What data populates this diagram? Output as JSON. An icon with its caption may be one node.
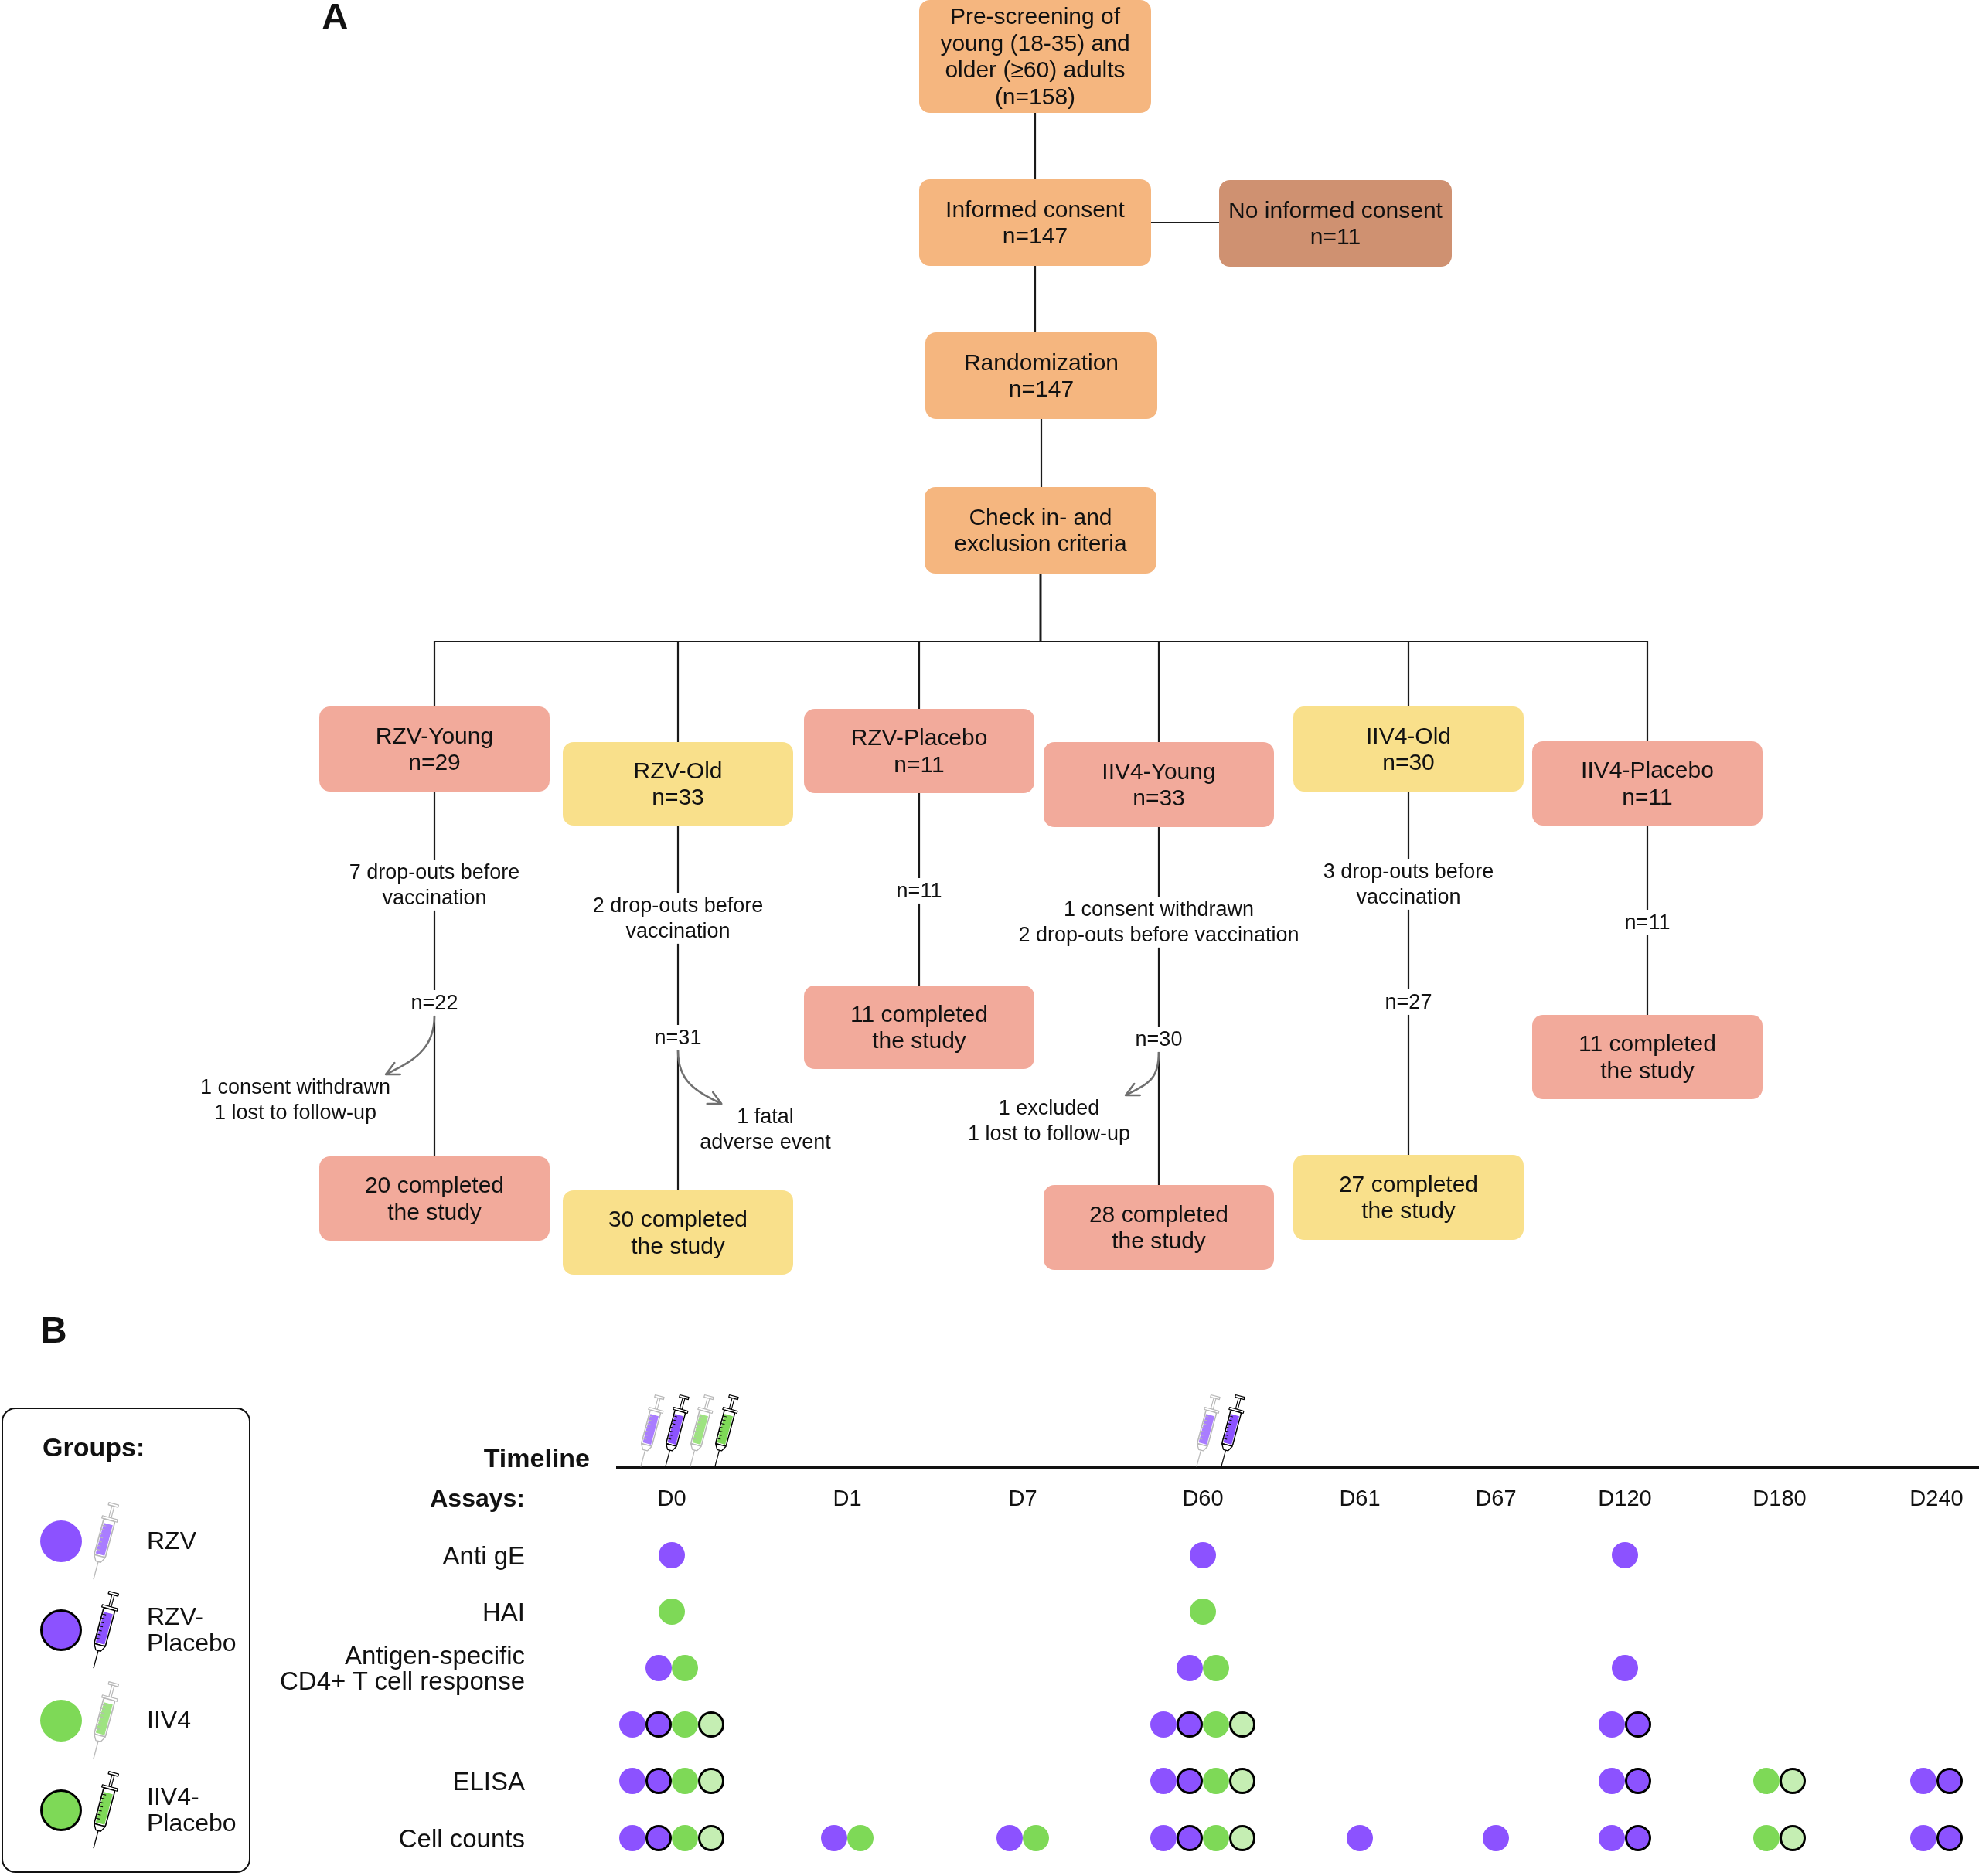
{
  "diagram": {
    "nodes": [
      {
        "text": [
          "Pre-screening of young (18-35) and older (≥60) adults",
          "(n=158)"
        ]
      },
      {
        "text": [
          "Informed consent",
          "n=147"
        ]
      },
      {
        "text": [
          "No informed consent",
          "n=11"
        ]
      },
      {
        "text": [
          "Randomization",
          "n=147"
        ]
      },
      {
        "text": [
          "Check in- and exclusion criteria"
        ]
      },
      {
        "text": [
          "RZV-Young",
          "n=29"
        ]
      },
      {
        "text": [
          "RZV-Old",
          "n=33"
        ]
      },
      {
        "text": [
          "RZV-Placebo",
          "n=11"
        ]
      },
      {
        "text": [
          "IIV4-Young",
          "n=33"
        ]
      },
      {
        "text": [
          "IIV4-Old",
          "n=30"
        ]
      },
      {
        "text": [
          "IIV4-Placebo",
          "n=11"
        ]
      },
      {
        "text": [
          "7 drop-outs before vaccination"
        ]
      },
      {
        "text": [
          "n=22"
        ]
      },
      {
        "text": [
          "1 consent withdrawn",
          "1 lost to follow-up"
        ]
      },
      {
        "text": [
          "20 completed the study"
        ]
      },
      {
        "text": [
          "2 drop-outs before vaccination"
        ]
      },
      {
        "text": [
          "n=31"
        ]
      },
      {
        "text": [
          "1 fatal adverse event"
        ]
      },
      {
        "text": [
          "30 completed the study"
        ]
      },
      {
        "text": [
          "n=11"
        ]
      },
      {
        "text": [
          "11 completed the study"
        ]
      },
      {
        "text": [
          "1 consent withdrawn",
          "2 drop-outs before vaccination"
        ]
      },
      {
        "text": [
          "n=30"
        ]
      },
      {
        "text": [
          "1 excluded",
          "1 lost to follow-up"
        ]
      },
      {
        "text": [
          "28 completed the study"
        ]
      },
      {
        "text": [
          "3 drop-outs before vaccination"
        ]
      },
      {
        "text": [
          "n=27"
        ]
      },
      {
        "text": [
          "27 completed the study"
        ]
      },
      {
        "text": [
          "n=11"
        ]
      },
      {
        "text": [
          "11 completed the study"
        ]
      }
    ],
    "edges": [
      {
        "from": 0,
        "to": 1,
        "arrow": "none"
      },
      {
        "from": 1,
        "to": 2,
        "arrow": "none"
      },
      {
        "from": 1,
        "to": 3,
        "arrow": "none"
      },
      {
        "from": 3,
        "to": 4,
        "arrow": "none"
      },
      {
        "from": 4,
        "to": 5,
        "arrow": "none"
      },
      {
        "from": 4,
        "to": 6,
        "arrow": "none"
      },
      {
        "from": 4,
        "to": 7,
        "arrow": "none"
      },
      {
        "from": 4,
        "to": 8,
        "arrow": "none"
      },
      {
        "from": 4,
        "to": 9,
        "arrow": "none"
      },
      {
        "from": 4,
        "to": 10,
        "arrow": "none"
      },
      {
        "from": 5,
        "to": 11,
        "arrow": "none"
      },
      {
        "from": 11,
        "to": 12,
        "arrow": "none"
      },
      {
        "from": 12,
        "to": 14,
        "arrow": "none"
      },
      {
        "from": 12,
        "to": 13,
        "arrow": "to",
        "color": "#707070"
      },
      {
        "from": 6,
        "to": 15,
        "arrow": "none"
      },
      {
        "from": 15,
        "to": 16,
        "arrow": "none"
      },
      {
        "from": 16,
        "to": 18,
        "arrow": "none"
      },
      {
        "from": 16,
        "to": 17,
        "arrow": "to",
        "color": "#707070"
      },
      {
        "from": 7,
        "to": 19,
        "arrow": "none"
      },
      {
        "from": 19,
        "to": 20,
        "arrow": "none"
      },
      {
        "from": 8,
        "to": 21,
        "arrow": "none"
      },
      {
        "from": 21,
        "to": 22,
        "arrow": "none"
      },
      {
        "from": 22,
        "to": 24,
        "arrow": "none"
      },
      {
        "from": 22,
        "to": 23,
        "arrow": "to",
        "color": "#707070"
      },
      {
        "from": 9,
        "to": 25,
        "arrow": "none"
      },
      {
        "from": 25,
        "to": 26,
        "arrow": "none"
      },
      {
        "from": 26,
        "to": 27,
        "arrow": "none"
      },
      {
        "from": 10,
        "to": 28,
        "arrow": "none"
      },
      {
        "from": 28,
        "to": 29,
        "arrow": "none"
      }
    ],
    "labels": [
      "A",
      "B",
      "Groups:",
      "Timeline",
      "Assays:",
      "D0",
      "D1",
      "D7",
      "D60",
      "D61",
      "D67",
      "D120",
      "D180",
      "D240",
      "Anti gE",
      "HAI",
      "Antigen-specific CD4+ T cell response",
      "ELISA",
      "Cell counts"
    ],
    "legend": [
      {
        "text": "RZV",
        "color": "#8c52ff"
      },
      {
        "text": "RZV-Placebo",
        "color": "#8c52ff"
      },
      {
        "text": "IIV4",
        "color": "#7ed957"
      },
      {
        "text": "IIV4-Placebo",
        "color": "#7ed957"
      }
    ]
  }
}
